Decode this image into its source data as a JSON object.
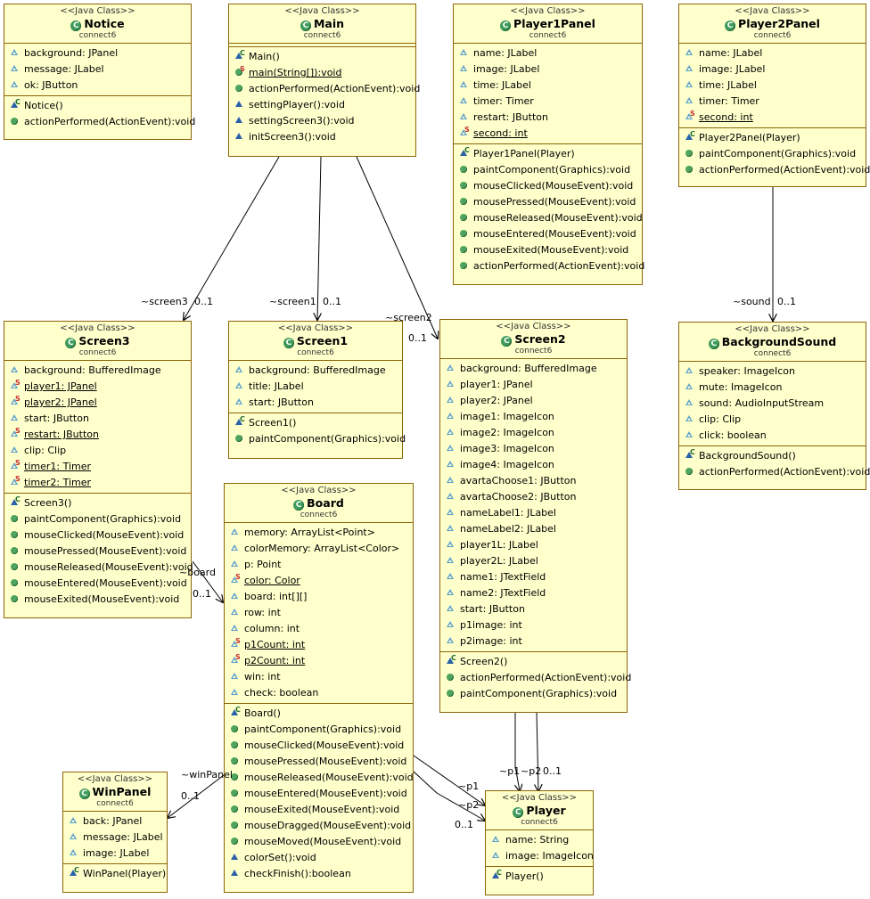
{
  "stereotype": "<<Java Class>>",
  "package": "connect6",
  "colors": {
    "fill": "#ffffcc",
    "border": "#8b6508",
    "class_icon": "#3f9b5b",
    "field_icon": "#5aa0cc",
    "method_icon": "#4fa55f"
  },
  "classes": {
    "notice": {
      "name": "Notice",
      "fields": [
        "background: JPanel",
        "message: JLabel",
        "ok: JButton"
      ],
      "methods": [
        "Notice()",
        "actionPerformed(ActionEvent):void"
      ]
    },
    "main": {
      "name": "Main",
      "fields": [],
      "methods": [
        "Main()",
        "main(String[]):void",
        "actionPerformed(ActionEvent):void",
        "settingPlayer():void",
        "settingScreen3():void",
        "initScreen3():void"
      ]
    },
    "player1panel": {
      "name": "Player1Panel",
      "fields": [
        "name: JLabel",
        "image: JLabel",
        "time: JLabel",
        "timer: Timer",
        "restart: JButton",
        "second: int"
      ],
      "methods": [
        "Player1Panel(Player)",
        "paintComponent(Graphics):void",
        "mouseClicked(MouseEvent):void",
        "mousePressed(MouseEvent):void",
        "mouseReleased(MouseEvent):void",
        "mouseEntered(MouseEvent):void",
        "mouseExited(MouseEvent):void",
        "actionPerformed(ActionEvent):void"
      ]
    },
    "player2panel": {
      "name": "Player2Panel",
      "fields": [
        "name: JLabel",
        "image: JLabel",
        "time: JLabel",
        "timer: Timer",
        "second: int"
      ],
      "methods": [
        "Player2Panel(Player)",
        "paintComponent(Graphics):void",
        "actionPerformed(ActionEvent):void"
      ]
    },
    "screen3": {
      "name": "Screen3",
      "fields": [
        "background: BufferedImage",
        "player1: JPanel",
        "player2: JPanel",
        "start: JButton",
        "restart: JButton",
        "clip: Clip",
        "timer1: Timer",
        "timer2: Timer"
      ],
      "methods": [
        "Screen3()",
        "paintComponent(Graphics):void",
        "mouseClicked(MouseEvent):void",
        "mousePressed(MouseEvent):void",
        "mouseReleased(MouseEvent):void",
        "mouseEntered(MouseEvent):void",
        "mouseExited(MouseEvent):void"
      ]
    },
    "screen1": {
      "name": "Screen1",
      "fields": [
        "background: BufferedImage",
        "title: JLabel",
        "start: JButton"
      ],
      "methods": [
        "Screen1()",
        "paintComponent(Graphics):void"
      ]
    },
    "screen2": {
      "name": "Screen2",
      "fields": [
        "background: BufferedImage",
        "player1: JPanel",
        "player2: JPanel",
        "image1: ImageIcon",
        "image2: ImageIcon",
        "image3: ImageIcon",
        "image4: ImageIcon",
        "avartaChoose1: JButton",
        "avartaChoose2: JButton",
        "nameLabel1: JLabel",
        "nameLabel2: JLabel",
        "player1L: JLabel",
        "player2L: JLabel",
        "name1: JTextField",
        "name2: JTextField",
        "start: JButton",
        "p1image: int",
        "p2image: int"
      ],
      "methods": [
        "Screen2()",
        "actionPerformed(ActionEvent):void",
        "paintComponent(Graphics):void"
      ]
    },
    "backgroundsound": {
      "name": "BackgroundSound",
      "fields": [
        "speaker: ImageIcon",
        "mute: ImageIcon",
        "sound: AudioInputStream",
        "clip: Clip",
        "click: boolean"
      ],
      "methods": [
        "BackgroundSound()",
        "actionPerformed(ActionEvent):void"
      ]
    },
    "board": {
      "name": "Board",
      "fields": [
        "memory: ArrayList<Point>",
        "colorMemory: ArrayList<Color>",
        "p: Point",
        "color: Color",
        "board: int[][]",
        "row: int",
        "column: int",
        "p1Count: int",
        "p2Count: int",
        "win: int",
        "check: boolean"
      ],
      "methods": [
        "Board()",
        "paintComponent(Graphics):void",
        "mouseClicked(MouseEvent):void",
        "mousePressed(MouseEvent):void",
        "mouseReleased(MouseEvent):void",
        "mouseEntered(MouseEvent):void",
        "mouseExited(MouseEvent):void",
        "mouseDragged(MouseEvent):void",
        "mouseMoved(MouseEvent):void",
        "colorSet():void",
        "checkFinish():boolean"
      ]
    },
    "winpanel": {
      "name": "WinPanel",
      "fields": [
        "back: JPanel",
        "message: JLabel",
        "image: JLabel"
      ],
      "methods": [
        "WinPanel(Player)"
      ]
    },
    "player": {
      "name": "Player",
      "fields": [
        "name: String",
        "image: ImageIcon"
      ],
      "methods": [
        "Player()"
      ]
    }
  },
  "associations": [
    {
      "role": "~screen3",
      "multiplicity": "0..1"
    },
    {
      "role": "~screen1",
      "multiplicity": "0..1"
    },
    {
      "role": "~screen2",
      "multiplicity": "0..1"
    },
    {
      "role": "~sound",
      "multiplicity": "0..1"
    },
    {
      "role": "~board",
      "multiplicity": "0..1"
    },
    {
      "role": "~winPanel",
      "multiplicity": "0..1"
    },
    {
      "role": "~p1",
      "multiplicity": "0..1"
    },
    {
      "role": "~p2",
      "multiplicity": "0..1"
    },
    {
      "role": "~p1",
      "multiplicity": "0..1"
    },
    {
      "role": "~p2",
      "multiplicity": "0..1"
    }
  ]
}
